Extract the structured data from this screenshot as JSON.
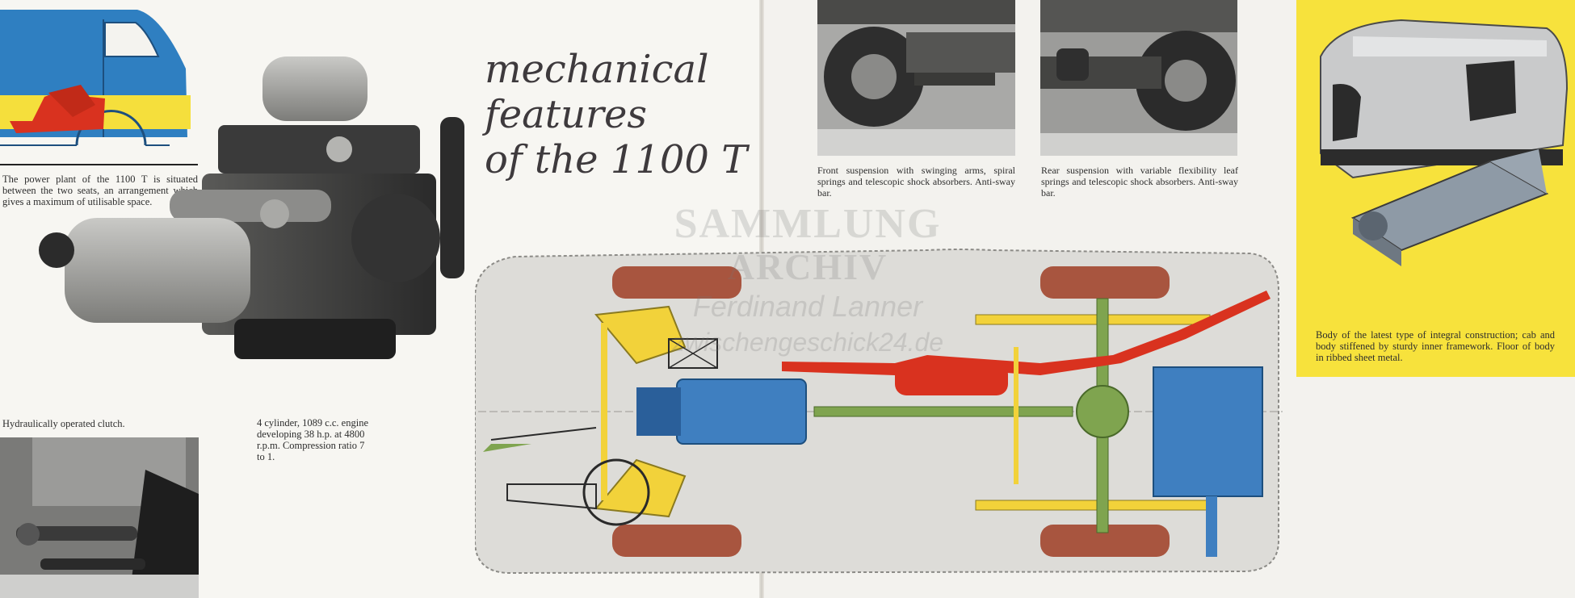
{
  "title": "mechanical\nfeatures\nof the 1100 T",
  "captions": {
    "power_plant": "The power plant of the 1100 T is situated between the two seats, an arrangement which gives a maximum of utilisable space.",
    "clutch": "Hydraulically operated clutch.",
    "engine_specs": "4 cylinder, 1089 c.c. engine developing 38 h.p. at 4800 r.p.m. Compression ratio 7 to 1.",
    "front_suspension": "Front suspension with swinging arms, spiral springs and telescopic shock absorbers. Anti-sway bar.",
    "rear_suspension": "Rear suspension with variable flexibility leaf springs and telescopic shock absorbers. Anti-sway bar.",
    "body": "Body of the latest type of integral construction; cab and body stiffened by sturdy inner framework. Floor of body in ribbed sheet metal."
  },
  "watermark": {
    "line1": "SAMMLUNG",
    "line2": "ARCHIV",
    "line3": "Ferdinand Lanner",
    "line4": "zwischengeschick24.de"
  },
  "colors": {
    "brochure_blue": "#2f7fc1",
    "brochure_yellow": "#f7e23c",
    "brochure_red": "#d9321f",
    "frame_yellow": "#f2d23a",
    "axle_green": "#7fa44f",
    "tyre_brown": "#a8553f"
  }
}
